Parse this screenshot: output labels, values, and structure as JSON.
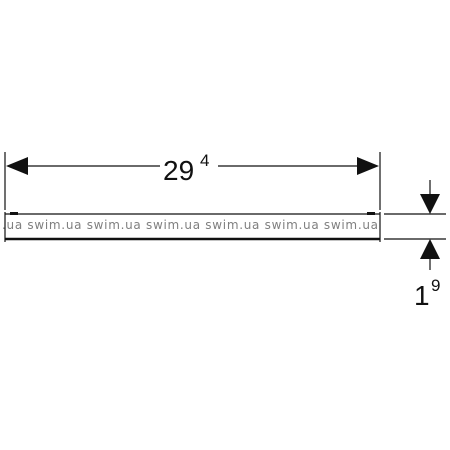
{
  "drawing": {
    "width_label": {
      "main": "29",
      "superscript": "4"
    },
    "height_label": {
      "main": "1",
      "superscript": "9"
    },
    "watermark": ".ua swim.ua swim.ua swim.ua swim.ua swim.ua swim.ua",
    "colors": {
      "line": "#111111",
      "watermark": "#7f7f7f",
      "background": "#ffffff"
    }
  }
}
